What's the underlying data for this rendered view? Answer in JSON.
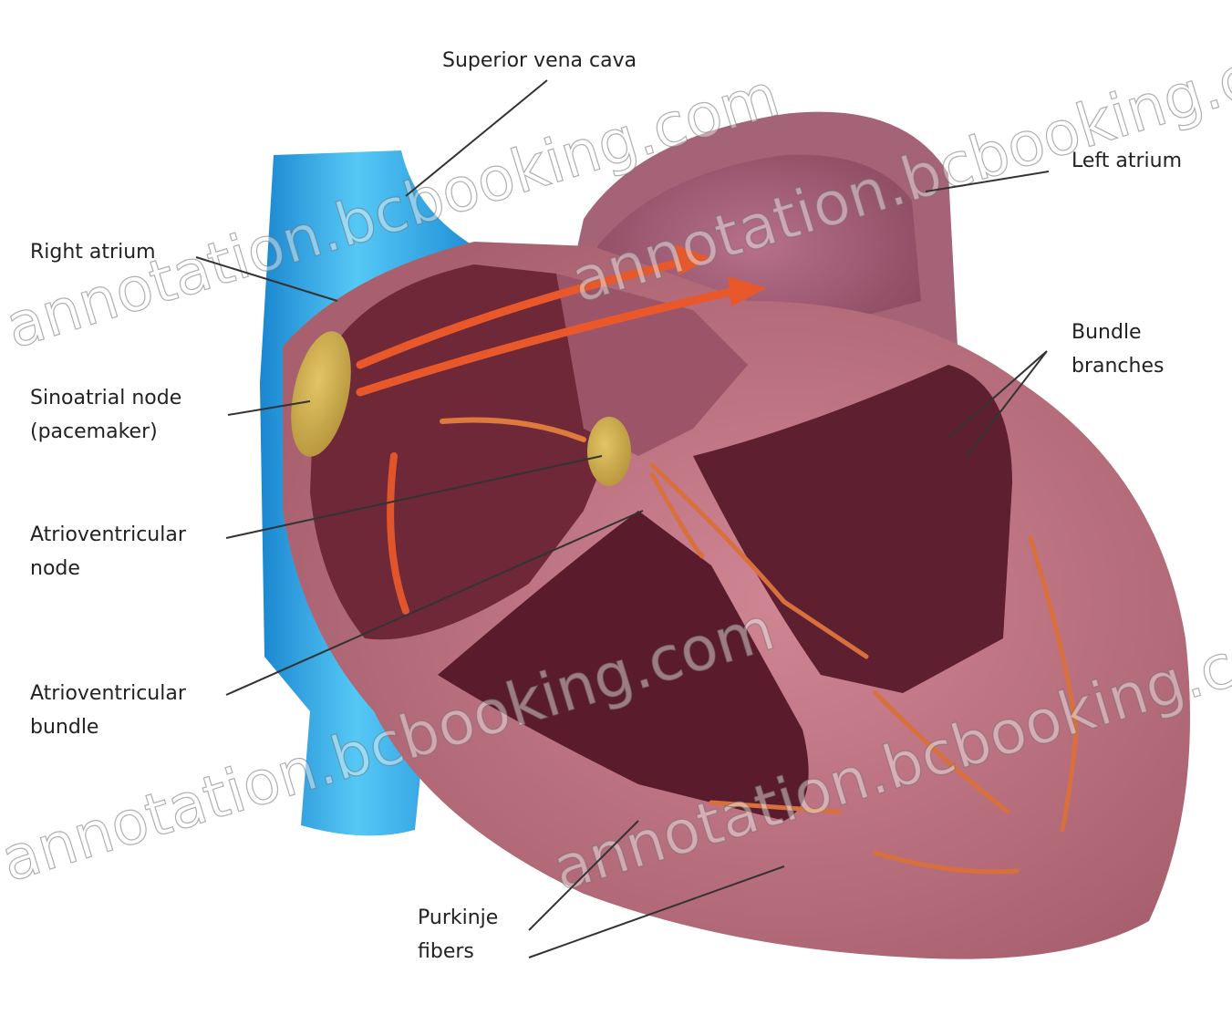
{
  "labels": {
    "superior_vena_cava": "Superior vena cava",
    "left_atrium": "Left atrium",
    "right_atrium": "Right atrium",
    "sinoatrial_node": [
      "Sinoatrial node",
      "(pacemaker)"
    ],
    "bundle_branches": [
      "Bundle",
      "branches"
    ],
    "atrioventricular_node": [
      "Atrioventricular",
      "node"
    ],
    "atrioventricular_bundle": [
      "Atrioventricular",
      "bundle"
    ],
    "purkinje_fibers": [
      "Purkinje",
      "fibers"
    ]
  },
  "watermark": "annotation.bcbooking.com",
  "colors": {
    "vein_blue": "#2aa6e6",
    "heart_outer": "#b96f7e",
    "heart_inner": "#6e2838",
    "node_yellow": "#cdb04a",
    "impulse_orange": "#e8582a",
    "label_text": "#222222"
  }
}
